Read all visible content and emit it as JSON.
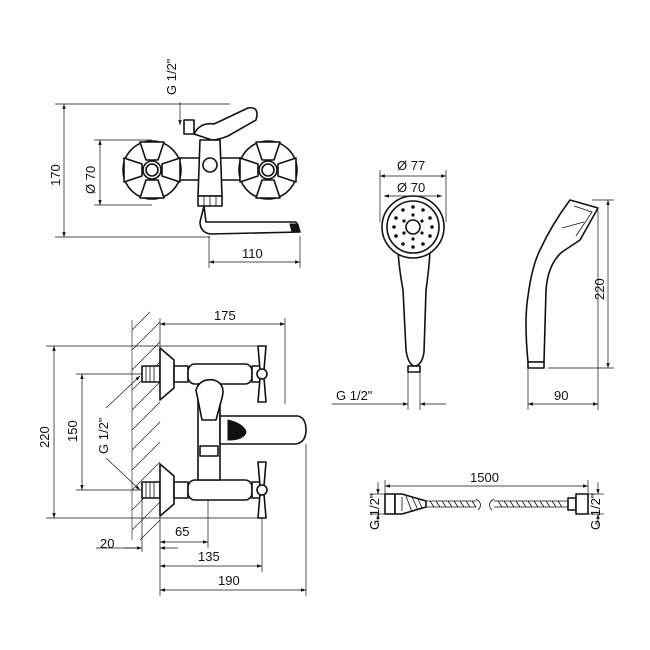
{
  "colors": {
    "line": "#111111",
    "background": "#ffffff"
  },
  "views": {
    "front": {
      "thread": "G 1/2\"",
      "height": "170",
      "handle_diameter": "Ø 70",
      "spout_reach": "110"
    },
    "shower_head": {
      "outer_diameter": "Ø 77",
      "inner_diameter": "Ø 70",
      "thread": "G 1/2\""
    },
    "shower_side": {
      "height": "220",
      "depth": "90"
    },
    "top": {
      "width": "175",
      "height": "220",
      "centers": "150",
      "thread": "G 1/2\"",
      "d20": "20",
      "d65": "65",
      "d135": "135",
      "d190": "190"
    },
    "hose": {
      "length": "1500",
      "thread_left": "G 1/2\"",
      "thread_right": "G 1/2\""
    }
  }
}
